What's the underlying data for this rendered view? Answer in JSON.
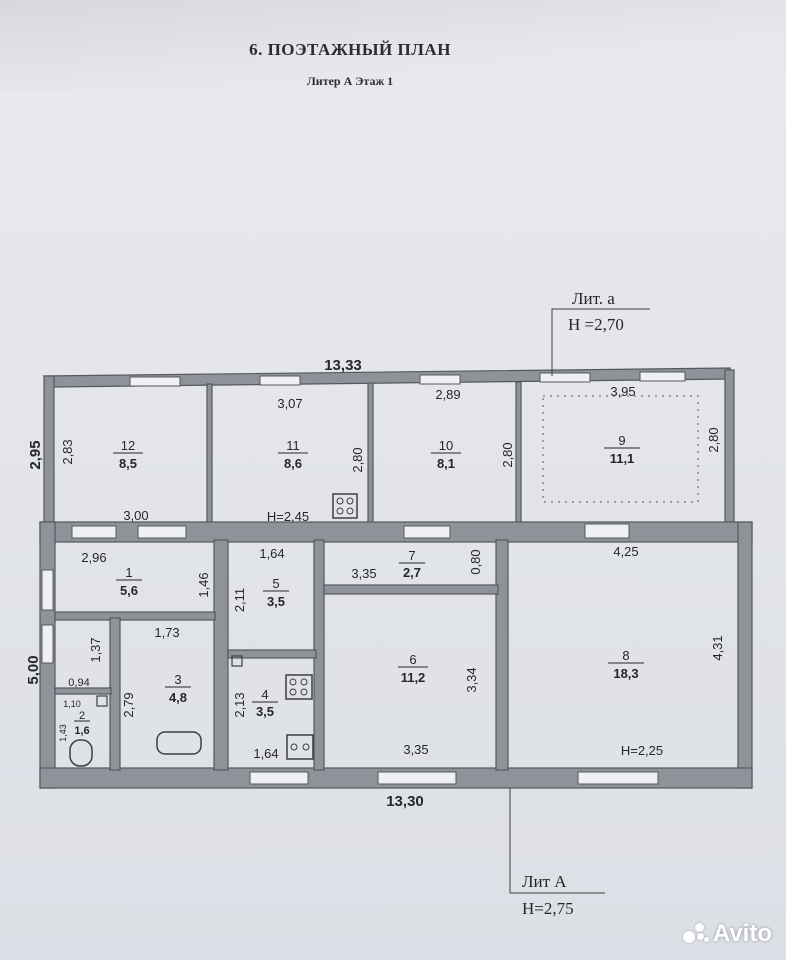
{
  "title": "6. ПОЭТАЖНЫЙ ПЛАН",
  "subtitle": "Литер А Этаж 1",
  "callouts": {
    "annex_name": "Лит. а",
    "annex_height": "Н =2,70",
    "main_name": "Лит А",
    "main_height": "Н=2,75"
  },
  "overall": {
    "top_length": "13,33",
    "bottom_length": "13,30",
    "left_upper": "2,95",
    "left_lower": "5,00"
  },
  "rooms": [
    {
      "num": "12",
      "area": "8,5"
    },
    {
      "num": "11",
      "area": "8,6"
    },
    {
      "num": "10",
      "area": "8,1"
    },
    {
      "num": "9",
      "area": "11,1"
    },
    {
      "num": "1",
      "area": "5,6"
    },
    {
      "num": "5",
      "area": "3,5"
    },
    {
      "num": "7",
      "area": "2,7"
    },
    {
      "num": "8",
      "area": "18,3"
    },
    {
      "num": "3",
      "area": "4,8"
    },
    {
      "num": "4",
      "area": "3,5"
    },
    {
      "num": "6",
      "area": "11,2"
    },
    {
      "num": "2",
      "area": "1,6"
    }
  ],
  "dims": {
    "d_2_83": "2,83",
    "d_3_07": "3,07",
    "d_2_80a": "2,80",
    "d_2_89": "2,89",
    "d_2_80b": "2,80",
    "d_3_95": "3,95",
    "d_2_80c": "2,80",
    "d_3_00": "3,00",
    "h_2_45": "Н=2,45",
    "d_2_96": "2,96",
    "d_1_46": "1,46",
    "d_1_64a": "1,64",
    "d_2_11": "2,11",
    "d_3_35a": "3,35",
    "d_0_80": "0,80",
    "d_4_25": "4,25",
    "d_4_31": "4,31",
    "d_1_37": "1,37",
    "d_1_73": "1,73",
    "d_0_94": "0,94",
    "d_1_10": "1,10",
    "d_1_43": "1,43",
    "d_2_79": "2,79",
    "d_2_13": "2,13",
    "d_3_34": "3,34",
    "d_3_35b": "3,35",
    "d_1_64b": "1,64",
    "h_2_25": "Н=2,25"
  },
  "watermark": "Avito"
}
